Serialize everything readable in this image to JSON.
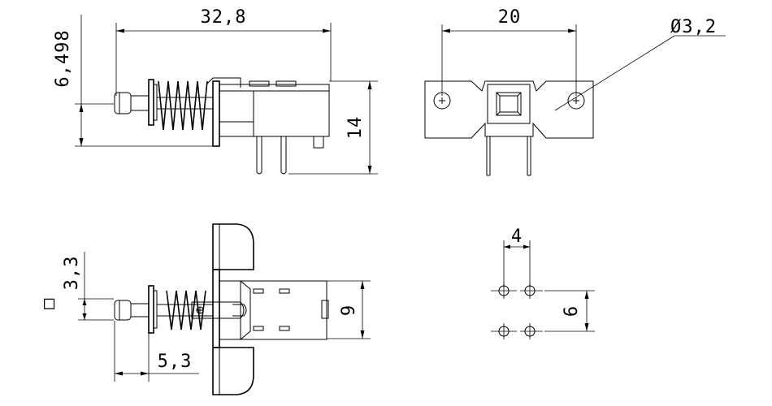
{
  "labels": {
    "overall_length": "32,8",
    "plunger_offset": "6,498",
    "body_height": "14",
    "mount_spacing": "20",
    "hole_diameter": "Ø3,2",
    "button_size": "3,3",
    "square_symbol": "□",
    "travel": "5,3",
    "body_width": "9",
    "pin_pitch_x": "4",
    "pin_pitch_y": "6"
  },
  "colors": {
    "line": "#000000",
    "background": "#ffffff"
  }
}
